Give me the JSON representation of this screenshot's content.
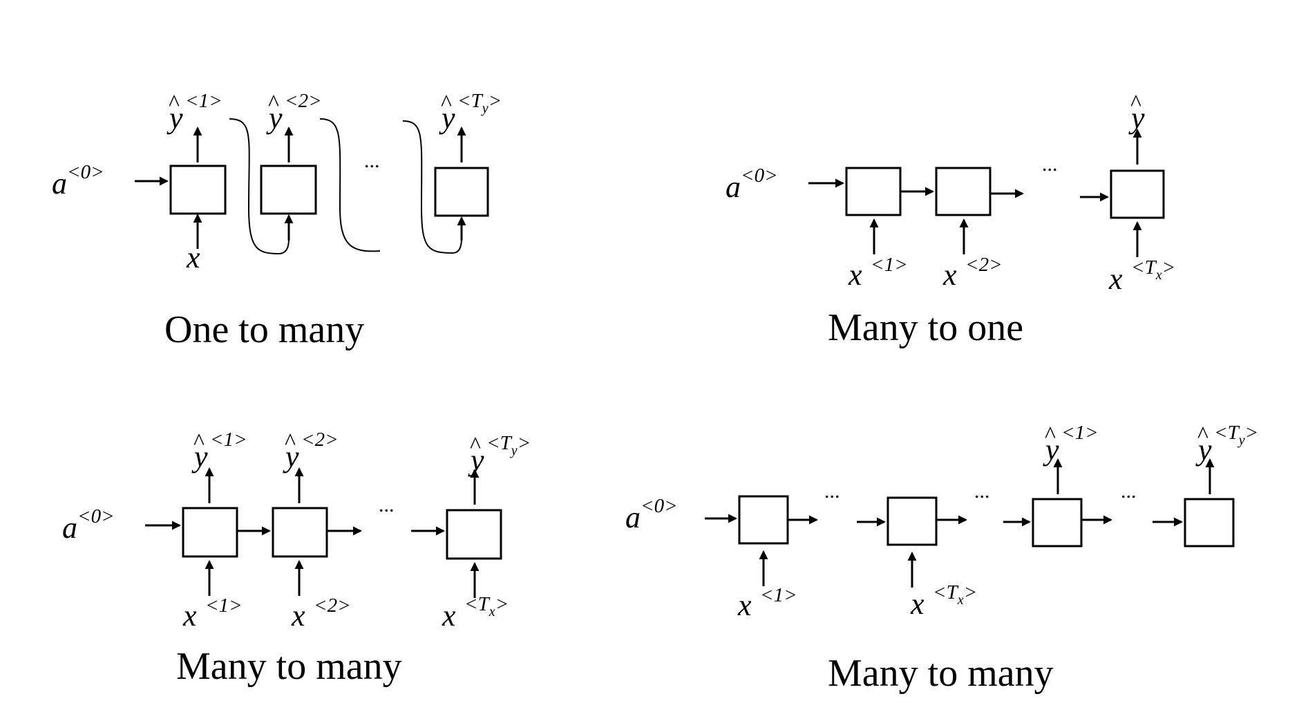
{
  "labels": {
    "a": "a",
    "x": "x",
    "y": "y",
    "hat": "^",
    "ellipsis": "...",
    "sup_0": "<0>",
    "sup_1": "<1>",
    "sup_2": "<2>",
    "sup_open": "<T",
    "sup_close": ">",
    "sub_y": "y",
    "sub_x": "x"
  },
  "captions": {
    "one_to_many": "One to many",
    "many_to_one": "Many to one",
    "many_to_many_1": "Many to many",
    "many_to_many_2": "Many to many"
  }
}
